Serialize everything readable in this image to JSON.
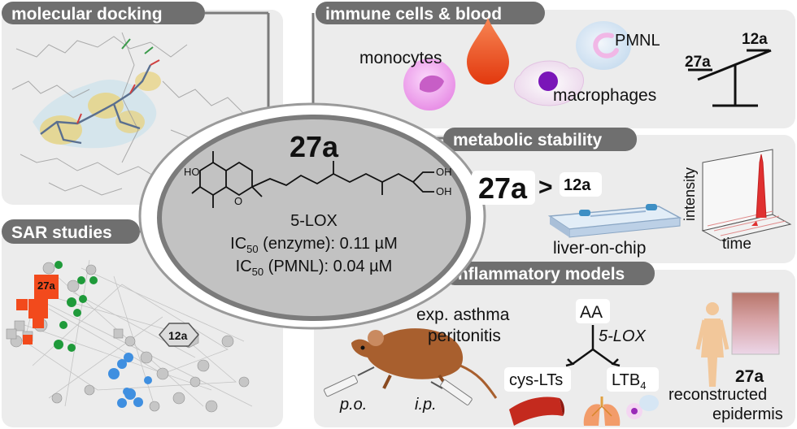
{
  "panels": {
    "docking": {
      "title": "molecular docking"
    },
    "sar": {
      "title": "SAR studies",
      "node_a": "27a",
      "node_b": "12a"
    },
    "immune": {
      "title": "immune cells & blood",
      "monocytes": "monocytes",
      "macrophages": "macrophages",
      "pmnl": "PMNL",
      "compare_high": "12a",
      "compare_low": "27a"
    },
    "metabolic": {
      "title": "metabolic stability",
      "lhs": "27a",
      "op": ">",
      "rhs": "12a",
      "chip": "liver-on-chip",
      "ylabel": "intensity",
      "xlabel": "time"
    },
    "inflammatory": {
      "title": "inflammatory models",
      "models_line1": "exp. asthma",
      "models_line2": "peritonitis",
      "route_oral": "p.o.",
      "route_ip": "i.p.",
      "aa": "AA",
      "enzyme": "5-LOX",
      "cys": "cys-LTs",
      "ltb": "LTB",
      "ltb_sub": "4",
      "compound": "27a",
      "epi1": "reconstructed",
      "epi2": "epidermis"
    }
  },
  "center": {
    "compound": "27a",
    "target": "5-LOX",
    "ic50_label": "IC",
    "ic50_sub": "50",
    "ic50_enzyme": " (enzyme): 0.11 µM",
    "ic50_pmnl": " (PMNL): 0.04 µM",
    "ho": "HO",
    "oh1": "OH",
    "oh2": "OH",
    "ring_o": "O"
  },
  "colors": {
    "panel_bg": "#ececec",
    "tab_bg": "#6f6f6f",
    "ellipse_fill": "#c2c2c2",
    "ellipse_ring": "#7b7b7b",
    "sar_red": "#f24a1c",
    "sar_green": "#1f9a3a",
    "sar_blue": "#3f8fe0",
    "blood": "#f25a1f"
  }
}
